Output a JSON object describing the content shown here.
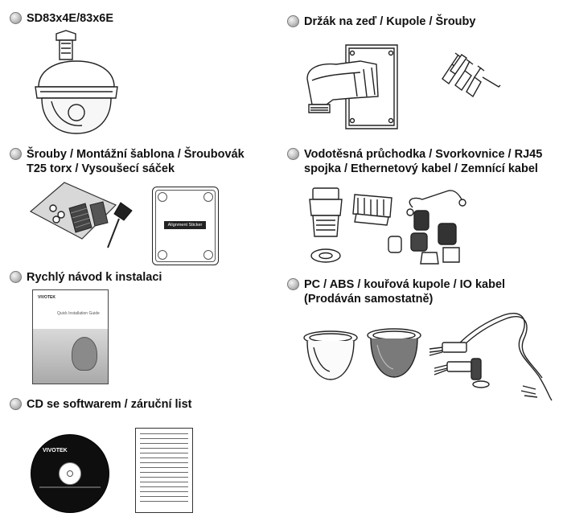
{
  "sections": {
    "camera": {
      "title": "SD83x4E/83x6E"
    },
    "mount": {
      "title": "Držák na zeď / Kupole / Šrouby"
    },
    "screws": {
      "title_line1": "Šrouby / Montážní šablona / Šroubovák",
      "title_line2": "T25 torx / Vysoušecí sáček"
    },
    "gland": {
      "title_line1": "Vodotěsná průchodka / Svorkovnice / RJ45",
      "title_line2": "spojka / Ethernetový kabel / Zemnící kabel"
    },
    "guide": {
      "title": "Rychlý návod k instalaci"
    },
    "dome": {
      "title_line1": "PC / ABS / kouřová kupole / IO kabel",
      "title_line2": "(Prodáván samostatně)"
    },
    "cd": {
      "title": "CD se softwarem / záruční list"
    }
  },
  "labels": {
    "alignment_sticker": "Alignment Sticker",
    "cd_brand": "VIVOTEK",
    "guide_brand": "VIVOTEK",
    "guide_title": "Quick Installation Guide"
  }
}
